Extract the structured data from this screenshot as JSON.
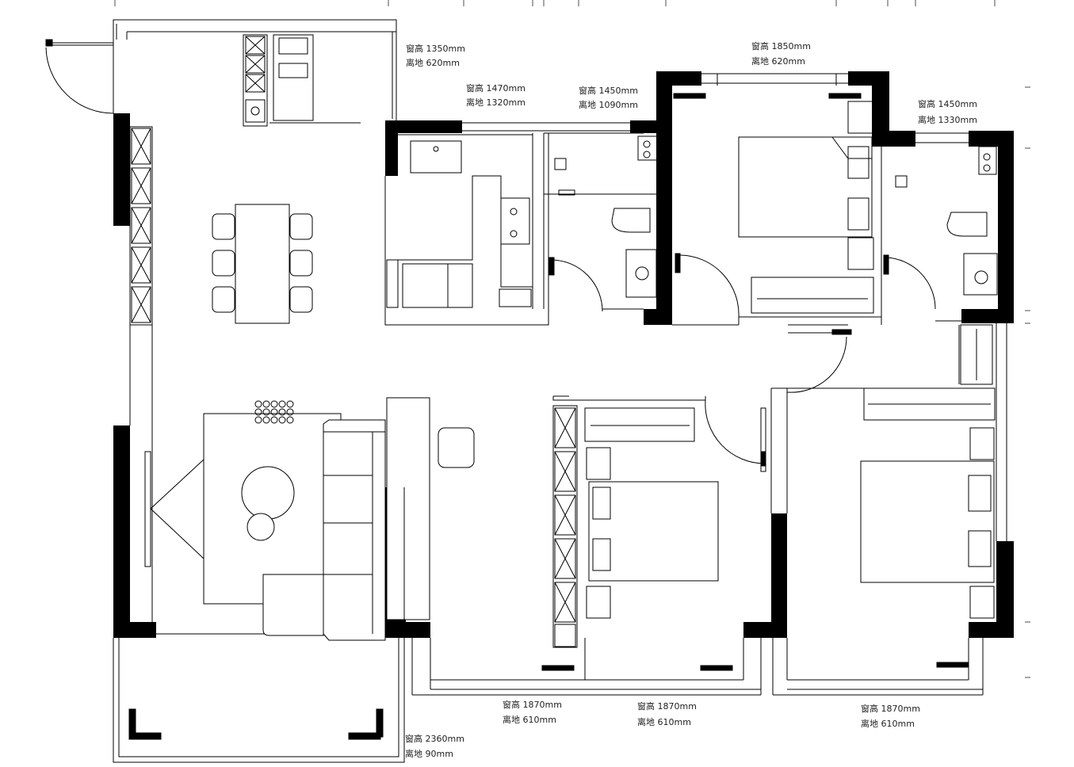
{
  "window_labels": [
    {
      "id": "entrance",
      "line1": "窗高 1350mm",
      "line2": "离地 620mm"
    },
    {
      "id": "kitchen",
      "line1": "窗高 1470mm",
      "line2": "离地 1320mm"
    },
    {
      "id": "bath1",
      "line1": "窗高 1450mm",
      "line2": "离地 1090mm"
    },
    {
      "id": "master",
      "line1": "窗高 1850mm",
      "line2": "离地 620mm"
    },
    {
      "id": "bath2",
      "line1": "窗高 1450mm",
      "line2": "离地 1330mm"
    },
    {
      "id": "bed2",
      "line1": "窗高 1870mm",
      "line2": "离地 610mm"
    },
    {
      "id": "bed2b",
      "line1": "窗高 1870mm",
      "line2": "离地 610mm"
    },
    {
      "id": "bed3",
      "line1": "窗高 1870mm",
      "line2": "离地 610mm"
    },
    {
      "id": "balcony",
      "line1": "窗高 2360mm",
      "line2": "离地 90mm"
    }
  ]
}
